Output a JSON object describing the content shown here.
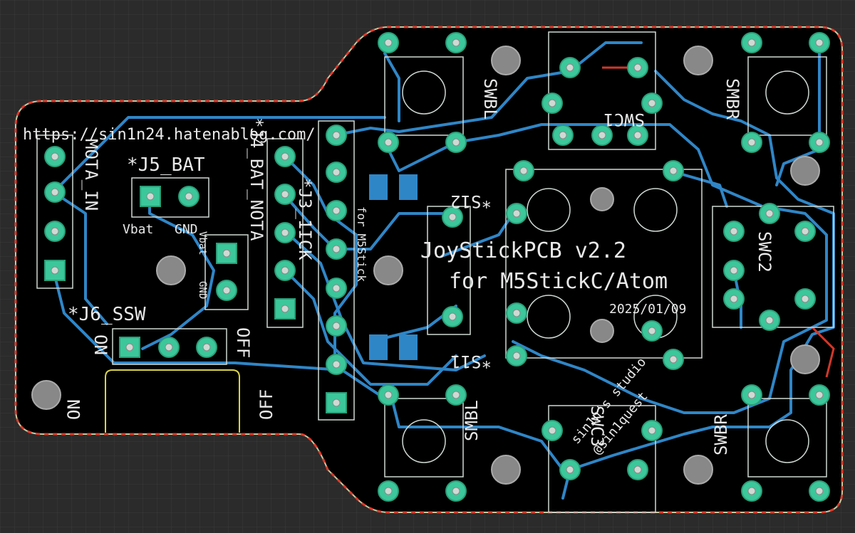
{
  "board": {
    "title_line1": "JoyStickPCB v2.2",
    "title_line2": "for M5StickC/Atom",
    "date": "2025/01/09",
    "url": "https://sin1n24.hatenablog.com/",
    "studio": "sin1n's studio",
    "studio2": "@sin1quest"
  },
  "labels": {
    "j5": "*J5_BAT",
    "j6": "*J6_SSW",
    "j4": "*J4_BAT_NOTA",
    "j3": "*J3_1ICK",
    "mota": "MOTA_IN",
    "vbat": "Vbat",
    "gnd": "GND",
    "vbat2": "Vbat",
    "gnd2": "GND",
    "on": "ON",
    "off": "OFF",
    "on2": "ON",
    "off2": "OFF",
    "s12": "*S12",
    "s11": "*S11",
    "swc1": "SWC1",
    "swc2": "SWC2",
    "swc3": "SWC3",
    "smbr": "SMBR",
    "smbl": "SMBL",
    "swbl": "SWBL",
    "swbr": "SWBR",
    "m5stick": "for M5Stick"
  }
}
